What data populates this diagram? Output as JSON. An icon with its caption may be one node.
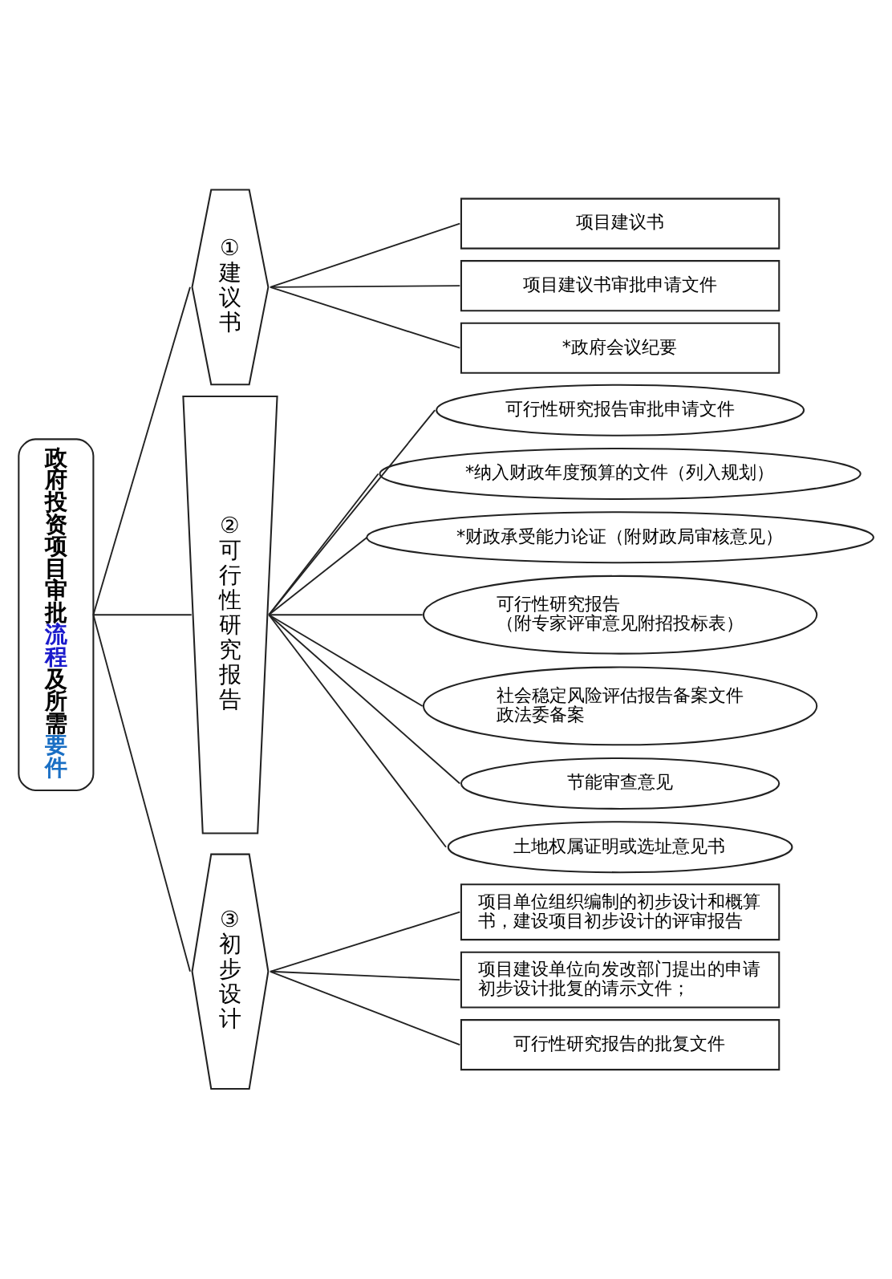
{
  "diagram": {
    "nodes": [
      {
        "text": [
          "政府投资项目审批流程及所需要件"
        ]
      },
      {
        "text": [
          "①",
          "建议书"
        ]
      },
      {
        "text": [
          "②",
          "可行性研究报告"
        ]
      },
      {
        "text": [
          "③",
          "初步设计"
        ]
      },
      {
        "text": [
          "项目建议书"
        ]
      },
      {
        "text": [
          "项目建议书审批申请文件"
        ]
      },
      {
        "text": [
          "*政府会议纪要"
        ]
      },
      {
        "text": [
          "可行性研究报告审批申请文件"
        ]
      },
      {
        "text": [
          "*纳入财政年度预算的文件（列入规划）"
        ]
      },
      {
        "text": [
          "*财政承受能力论证（附财政局审核意见）"
        ]
      },
      {
        "text": [
          "可行性研究报告",
          "（附专家评审意见附招投标表）"
        ]
      },
      {
        "text": [
          "社会稳定风险评估报告备案文件",
          "政法委备案"
        ]
      },
      {
        "text": [
          "节能审查意见"
        ]
      },
      {
        "text": [
          "土地权属证明或选址意见书"
        ]
      },
      {
        "text": [
          "项目单位组织编制的初步设计和概算书，建设项目初步设计的评审报告"
        ]
      },
      {
        "text": [
          "项目建设单位向发改部门提出的申请初步设计批复的请示文件；"
        ]
      },
      {
        "text": [
          "可行性研究报告的批复文件"
        ]
      }
    ],
    "edges": [
      {
        "from": 0,
        "to": 1,
        "arrow": "none"
      },
      {
        "from": 0,
        "to": 2,
        "arrow": "none"
      },
      {
        "from": 0,
        "to": 3,
        "arrow": "none"
      },
      {
        "from": 1,
        "to": 4,
        "arrow": "none"
      },
      {
        "from": 1,
        "to": 5,
        "arrow": "none"
      },
      {
        "from": 1,
        "to": 6,
        "arrow": "none"
      },
      {
        "from": 2,
        "to": 7,
        "arrow": "none"
      },
      {
        "from": 2,
        "to": 8,
        "arrow": "none"
      },
      {
        "from": 2,
        "to": 9,
        "arrow": "none"
      },
      {
        "from": 2,
        "to": 10,
        "arrow": "none"
      },
      {
        "from": 2,
        "to": 11,
        "arrow": "none"
      },
      {
        "from": 2,
        "to": 12,
        "arrow": "none"
      },
      {
        "from": 2,
        "to": 13,
        "arrow": "none"
      },
      {
        "from": 3,
        "to": 14,
        "arrow": "none"
      },
      {
        "from": 3,
        "to": 15,
        "arrow": "none"
      },
      {
        "from": 3,
        "to": 16,
        "arrow": "none"
      }
    ]
  }
}
